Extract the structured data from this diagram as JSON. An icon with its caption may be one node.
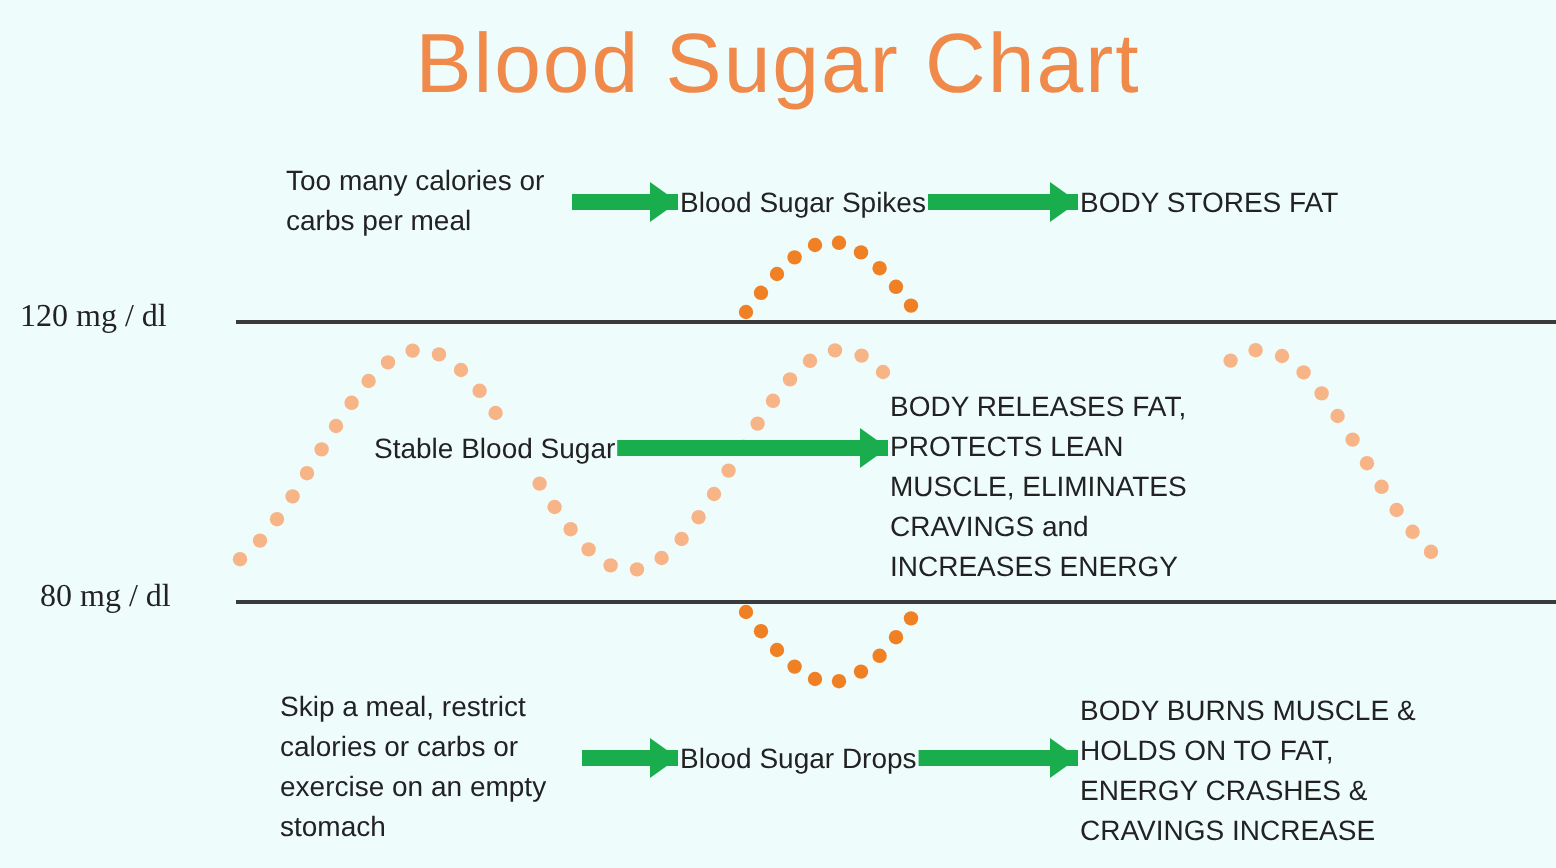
{
  "diagram": {
    "title": "Blood Sugar Chart",
    "nodes": [
      {
        "text": [
          "Too many calories or carbs per meal"
        ]
      },
      {
        "text": [
          "Blood Sugar Spikes"
        ]
      },
      {
        "text": [
          "BODY STORES FAT"
        ]
      },
      {
        "text": [
          "Stable Blood Sugar"
        ]
      },
      {
        "text": [
          "BODY RELEASES FAT, PROTECTS LEAN MUSCLE, ELIMINATES CRAVINGS and INCREASES ENERGY"
        ]
      },
      {
        "text": [
          "Skip a meal, restrict calories or carbs or exercise on an empty stomach"
        ]
      },
      {
        "text": [
          "Blood Sugar Drops"
        ]
      },
      {
        "text": [
          "BODY BURNS MUSCLE & HOLDS ON TO FAT, ENERGY CRASHES & CRAVINGS INCREASE"
        ]
      }
    ],
    "edges": [
      {
        "from": 0,
        "to": 1,
        "arrow": "to"
      },
      {
        "from": 1,
        "to": 2,
        "arrow": "to"
      },
      {
        "from": 3,
        "to": 4,
        "arrow": "to"
      },
      {
        "from": 5,
        "to": 6,
        "arrow": "to"
      },
      {
        "from": 6,
        "to": 7,
        "arrow": "to"
      }
    ],
    "labels": [
      "120 mg / dl",
      "80 mg / dl"
    ]
  }
}
